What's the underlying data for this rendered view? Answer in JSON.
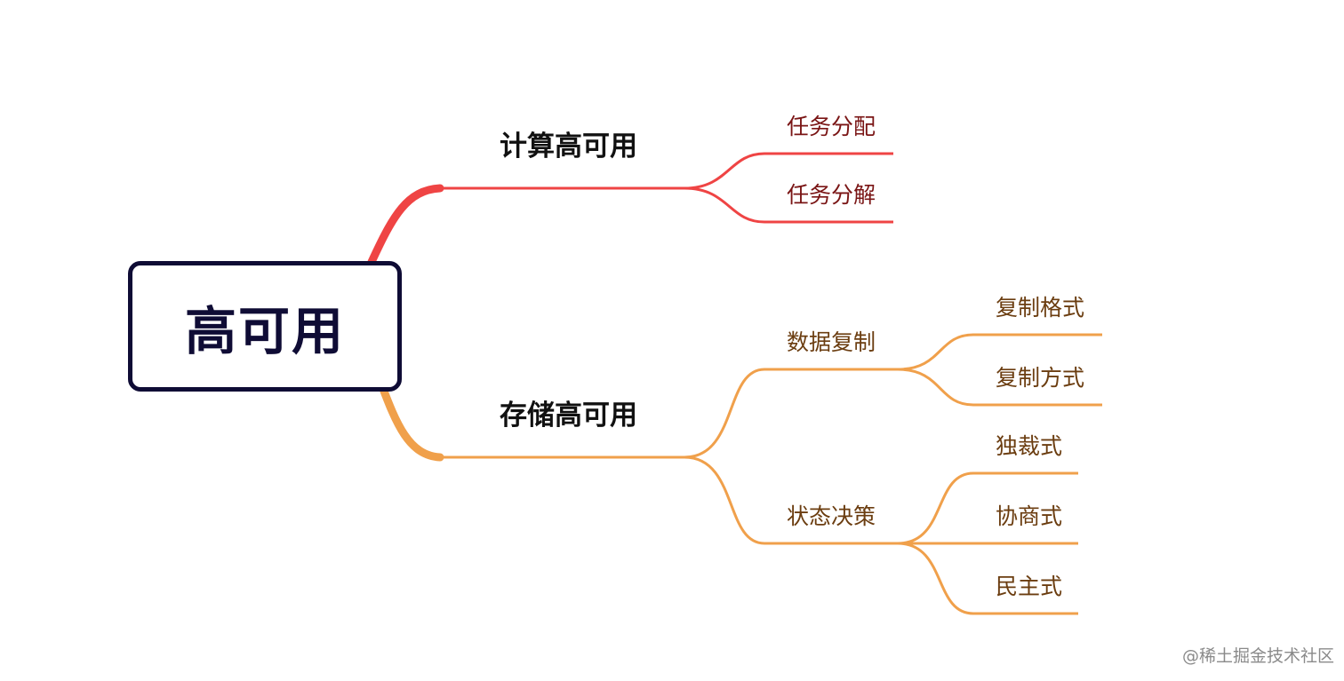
{
  "root": {
    "label": "高可用"
  },
  "colors": {
    "root_border": "#0f0c35",
    "compute_branch": "#ef4444",
    "storage_branch": "#f0a04b"
  },
  "branches": [
    {
      "label": "计算高可用",
      "children": [
        {
          "label": "任务分配",
          "children": []
        },
        {
          "label": "任务分解",
          "children": []
        }
      ]
    },
    {
      "label": "存储高可用",
      "children": [
        {
          "label": "数据复制",
          "children": [
            {
              "label": "复制格式"
            },
            {
              "label": "复制方式"
            }
          ]
        },
        {
          "label": "状态决策",
          "children": [
            {
              "label": "独裁式"
            },
            {
              "label": "协商式"
            },
            {
              "label": "民主式"
            }
          ]
        }
      ]
    }
  ],
  "watermark": "@稀土掘金技术社区"
}
